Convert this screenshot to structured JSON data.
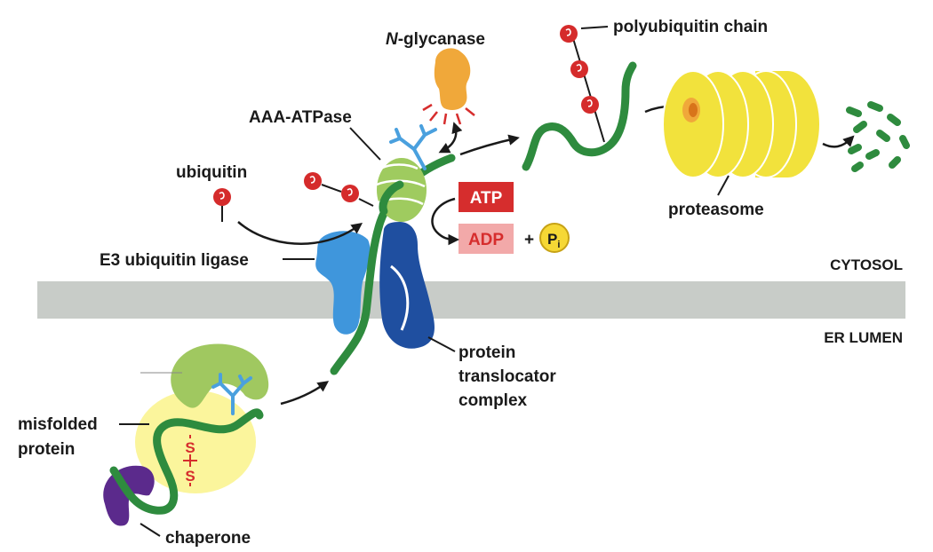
{
  "labels": {
    "n_glycanase_italic": "N",
    "n_glycanase_rest": "-glycanase",
    "polyubiquitin_chain": "polyubiquitin chain",
    "aaa_atpase": "AAA-ATPase",
    "ubiquitin": "ubiquitin",
    "atp": "ATP",
    "adp": "ADP",
    "plus": "+",
    "pi_main": "P",
    "pi_sub": "i",
    "e3_ligase": "E3 ubiquitin ligase",
    "proteasome": "proteasome",
    "cytosol": "CYTOSOL",
    "er_lumen": "ER LUMEN",
    "translocator_line1": "protein",
    "translocator_line2": "translocator",
    "translocator_line3": "complex",
    "misfolded_line1": "misfolded",
    "misfolded_line2": "protein",
    "s_top": "S",
    "s_bottom": "S",
    "chaperone": "chaperone"
  },
  "colors": {
    "protein_chain": "#2e8b3e",
    "ubiquitin": "#d52b2b",
    "membrane": "#c8ccc8",
    "atp_box": "#d62d2d",
    "adp_box": "#f2a9a9",
    "adp_text": "#d62d2d",
    "pi_fill": "#f6d835",
    "proteasome": "#f2e23c",
    "proteasome_shade": "#d9c82a",
    "translocator": "#1f4fa0",
    "e3_ligase": "#3f96dc",
    "aaa_atpase": "#9fcb5f",
    "n_glycanase": "#f0a83a",
    "chaperone": "#5b2a8c",
    "bip_green": "#a0c860",
    "misfold_yellow": "#fbf59c",
    "glycan": "#4aa0de"
  }
}
